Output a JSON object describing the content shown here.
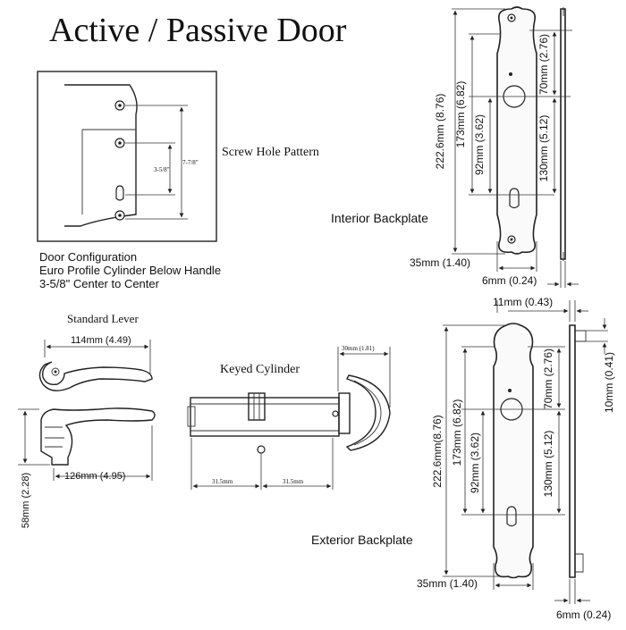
{
  "title": "Active / Passive Door",
  "screw_pattern": {
    "label": "Screw Hole Pattern",
    "dim_outer": "7-7/8\"",
    "dim_inner": "3-5/8\""
  },
  "config": {
    "line1": "Door Configuration",
    "line2": "Euro Profile Cylinder Below Handle",
    "line3": "3-5/8\" Center to Center"
  },
  "interior_backplate": {
    "label": "Interior Backplate",
    "dim_total": "222.6mm (8.76)",
    "dim_173": "173mm (6.82)",
    "dim_92": "92mm (3.62)",
    "dim_70": "70mm (2.76)",
    "dim_130": "130mm (5.12)",
    "dim_width": "35mm (1.40)",
    "dim_thickness": "6mm (0.24)"
  },
  "exterior_backplate": {
    "label": "Exterior Backplate",
    "dim_top": "11mm (0.43)",
    "dim_total": "222.6mm(8.76)",
    "dim_173": "173mm (6.82)",
    "dim_92": "92mm (3.62)",
    "dim_70": "70mm (2.76)",
    "dim_130": "130mm (5.12)",
    "dim_10": "10mm (0.41)",
    "dim_width": "35mm (1.40)",
    "dim_thickness": "6mm (0.24)"
  },
  "lever": {
    "label": "Standard Lever",
    "dim_length": "114mm (4.49)",
    "dim_side": "126mm (4.95)",
    "dim_height": "58mm (2.28)"
  },
  "cylinder": {
    "label": "Keyed Cylinder",
    "dim_knob": "30mm (1.81)",
    "dim_left": "31.5mm",
    "dim_right": "31.5mm"
  }
}
